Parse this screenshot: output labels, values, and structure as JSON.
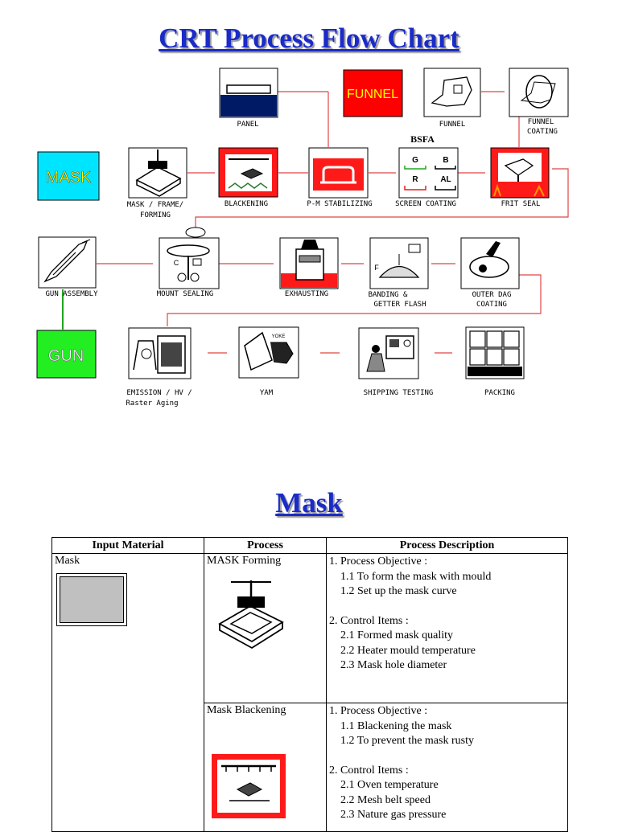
{
  "title": "CRT Process Flow Chart",
  "section_title": "Mask",
  "nodes": {
    "panel": "PANEL",
    "funnel_box": "FUNNEL",
    "funnel": "FUNNEL",
    "funnel_coating_1": "FUNNEL",
    "funnel_coating_2": "COATING",
    "bsfa": "BSFA",
    "mask_box": "MASK",
    "mask_forming_1": "MASK / FRAME/",
    "mask_forming_2": "FORMING",
    "blackening": "BLACKENING",
    "pm_stabilizing": "P-M STABILIZING",
    "screen_coating": "SCREEN COATING",
    "frit_seal": "FRIT SEAL",
    "gun_assembly": "GUN ASSEMBLY",
    "mount_sealing": "MOUNT SEALING",
    "exhausting": "EXHAUSTING",
    "banding_1": "BANDING &",
    "banding_2": "GETTER FLASH",
    "outer_dag_1": "OUTER DAG",
    "outer_dag_2": "COATING",
    "gun_box": "GUN",
    "emission_1": "EMISSION / HV /",
    "emission_2": "Raster Aging",
    "yam": "YAM",
    "shipping_testing": "SHIPPING TESTING",
    "packing": "PACKING"
  },
  "screen_letters": {
    "g": "G",
    "b": "B",
    "r": "R",
    "al": "AL"
  },
  "icon_letters": {
    "mount_c": "C",
    "banding_f": "F",
    "yam_yoke": "YOKE"
  },
  "table": {
    "headers": [
      "Input Material",
      "Process",
      "Process Description"
    ],
    "input_material": "Mask",
    "rows": [
      {
        "process": "MASK Forming",
        "objective": "1. Process Objective :",
        "objectives": [
          "1.1 To form the mask with mould",
          "1.2 Set up the mask curve"
        ],
        "control": "2. Control Items :",
        "controls": [
          "2.1 Formed mask quality",
          "2.2 Heater mould temperature",
          "2.3 Mask hole diameter"
        ]
      },
      {
        "process": "Mask Blackening",
        "objective": "1. Process Objective :",
        "objectives": [
          "1.1 Blackening the mask",
          "1.2 To prevent the mask rusty"
        ],
        "control": "2. Control Items :",
        "controls": [
          "2.1 Oven temperature",
          "2.2 Mesh belt speed",
          "2.3 Nature gas pressure"
        ]
      }
    ]
  },
  "colors": {
    "title": "#1a2bc8",
    "connector": "#e04545",
    "mask_box": "#00e5ff",
    "mask_text": "#ffff00",
    "funnel_box": "#ff0000",
    "funnel_text": "#ffff00",
    "gun_box": "#22ee22",
    "gun_connector": "#1fa61f",
    "panel_navy": "#001a66"
  }
}
